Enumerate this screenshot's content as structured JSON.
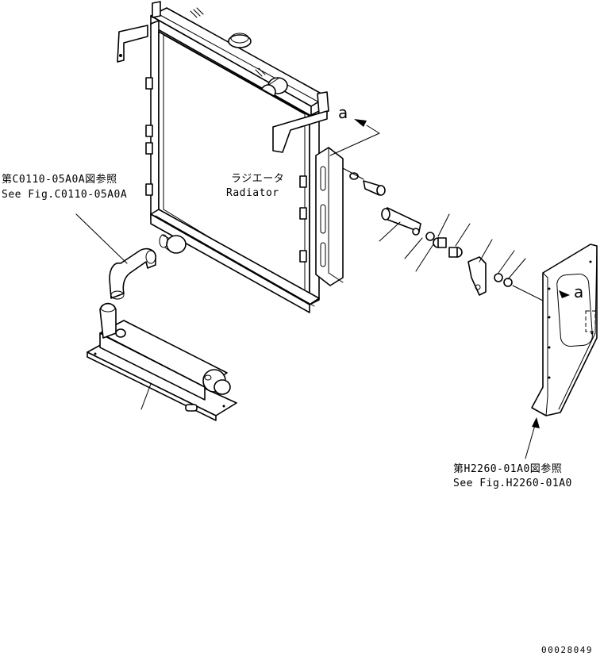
{
  "labels": {
    "fig_c0110_jp": "第C0110-05A0A図参照",
    "fig_c0110_en": "See Fig.C0110-05A0A",
    "radiator_jp": "ラジエータ",
    "radiator_en": "Radiator",
    "fig_h2260_jp": "第H2260-01A0図参照",
    "fig_h2260_en": "See Fig.H2260-01A0",
    "ref_a_top": "a",
    "ref_a_bracket": "a",
    "drawing_number": "00028049"
  }
}
